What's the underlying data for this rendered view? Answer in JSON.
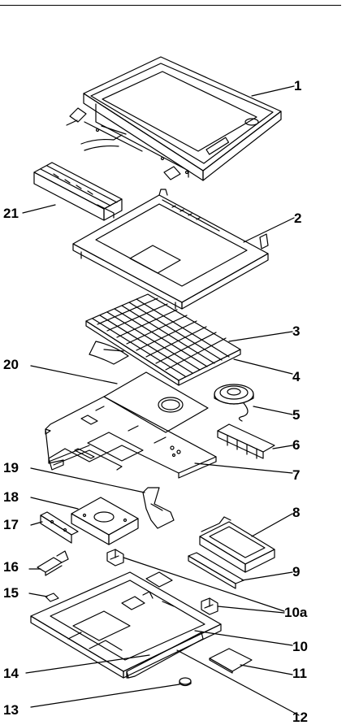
{
  "callouts": [
    {
      "id": "1",
      "label": "1"
    },
    {
      "id": "2",
      "label": "2"
    },
    {
      "id": "3",
      "label": "3"
    },
    {
      "id": "4",
      "label": "4"
    },
    {
      "id": "5",
      "label": "5"
    },
    {
      "id": "6",
      "label": "6"
    },
    {
      "id": "7",
      "label": "7"
    },
    {
      "id": "8",
      "label": "8"
    },
    {
      "id": "9",
      "label": "9"
    },
    {
      "id": "10a",
      "label": "10a"
    },
    {
      "id": "10",
      "label": "10"
    },
    {
      "id": "11",
      "label": "11"
    },
    {
      "id": "12",
      "label": "12"
    },
    {
      "id": "13",
      "label": "13"
    },
    {
      "id": "14",
      "label": "14"
    },
    {
      "id": "15",
      "label": "15"
    },
    {
      "id": "16",
      "label": "16"
    },
    {
      "id": "17",
      "label": "17"
    },
    {
      "id": "18",
      "label": "18"
    },
    {
      "id": "19",
      "label": "19"
    },
    {
      "id": "20",
      "label": "20"
    },
    {
      "id": "21",
      "label": "21"
    }
  ]
}
